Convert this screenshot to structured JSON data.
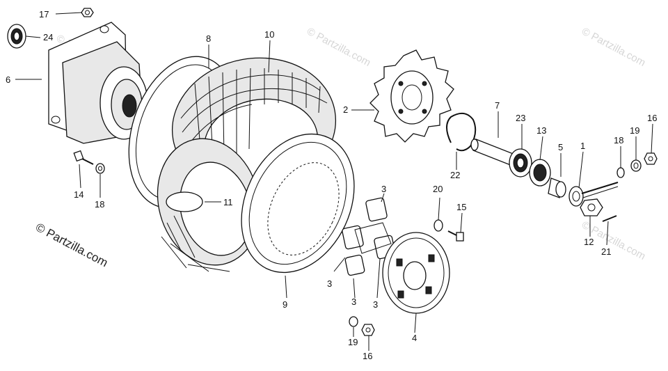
{
  "watermarks": {
    "main": "© Partzilla.com",
    "faint": [
      "© Partzilla.com",
      "© Partzilla.com",
      "© Partzilla.com",
      "© Partzilla.com"
    ]
  },
  "callouts": {
    "p1": "1",
    "p2": "2",
    "p3a": "3",
    "p3b": "3",
    "p3c": "3",
    "p3d": "3",
    "p4": "4",
    "p5": "5",
    "p6": "6",
    "p7": "7",
    "p8": "8",
    "p9": "9",
    "p10": "10",
    "p11": "11",
    "p12": "12",
    "p13": "13",
    "p14": "14",
    "p15": "15",
    "p16a": "16",
    "p16b": "16",
    "p17": "17",
    "p18a": "18",
    "p18b": "18",
    "p19a": "19",
    "p19b": "19",
    "p20": "20",
    "p21": "21",
    "p22": "22",
    "p23": "23",
    "p24": "24"
  },
  "colors": {
    "ink": "#111111",
    "background": "#ffffff",
    "watermark": "#d6d6d6"
  }
}
